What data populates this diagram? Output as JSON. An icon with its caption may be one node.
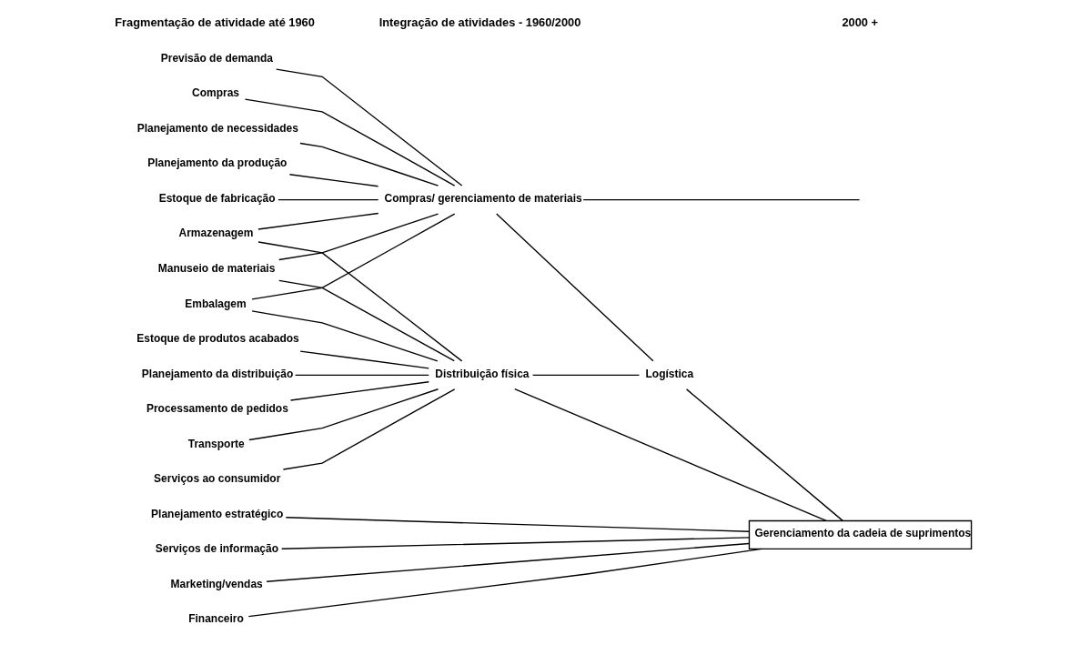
{
  "diagram": {
    "nodes": [
      {
        "text": [
          "Previsão de demanda"
        ]
      },
      {
        "text": [
          "Compras"
        ]
      },
      {
        "text": [
          "Planejamento de necessidades"
        ]
      },
      {
        "text": [
          "Planejamento da produção"
        ]
      },
      {
        "text": [
          "Estoque de fabricação"
        ]
      },
      {
        "text": [
          "Armazenagem"
        ]
      },
      {
        "text": [
          "Manuseio de materiais"
        ]
      },
      {
        "text": [
          "Embalagem"
        ]
      },
      {
        "text": [
          "Estoque de produtos acabados"
        ]
      },
      {
        "text": [
          "Planejamento da distribuição"
        ]
      },
      {
        "text": [
          "Processamento de pedidos"
        ]
      },
      {
        "text": [
          "Transporte"
        ]
      },
      {
        "text": [
          "Serviços ao consumidor"
        ]
      },
      {
        "text": [
          "Planejamento estratégico"
        ]
      },
      {
        "text": [
          "Serviços de informação"
        ]
      },
      {
        "text": [
          "Marketing/vendas"
        ]
      },
      {
        "text": [
          "Financeiro"
        ]
      },
      {
        "text": [
          "Compras/ gerenciamento de materiais"
        ]
      },
      {
        "text": [
          "Logística"
        ]
      },
      {
        "text": [
          "Distribuição física"
        ]
      },
      {
        "text": [
          "Gerenciamento da cadeia de suprimentos"
        ]
      }
    ],
    "edges": [
      {
        "from": 0,
        "to": 17,
        "arrow": "none"
      },
      {
        "from": 1,
        "to": 17,
        "arrow": "none"
      },
      {
        "from": 2,
        "to": 17,
        "arrow": "none"
      },
      {
        "from": 3,
        "to": 17,
        "arrow": "none"
      },
      {
        "from": 4,
        "to": 17,
        "arrow": "none"
      },
      {
        "from": 5,
        "to": 17,
        "arrow": "none"
      },
      {
        "from": 6,
        "to": 17,
        "arrow": "none"
      },
      {
        "from": 7,
        "to": 17,
        "arrow": "none"
      },
      {
        "from": 5,
        "to": 19,
        "arrow": "none"
      },
      {
        "from": 6,
        "to": 19,
        "arrow": "none"
      },
      {
        "from": 7,
        "to": 19,
        "arrow": "none"
      },
      {
        "from": 8,
        "to": 19,
        "arrow": "none"
      },
      {
        "from": 9,
        "to": 19,
        "arrow": "none"
      },
      {
        "from": 10,
        "to": 19,
        "arrow": "none"
      },
      {
        "from": 11,
        "to": 19,
        "arrow": "none"
      },
      {
        "from": 12,
        "to": 19,
        "arrow": "none"
      },
      {
        "from": 17,
        "to": 18,
        "arrow": "none"
      },
      {
        "from": 19,
        "to": 18,
        "arrow": "none"
      },
      {
        "from": 17,
        "to": null,
        "arrow": "none"
      },
      {
        "from": 18,
        "to": 20,
        "arrow": "none"
      },
      {
        "from": 19,
        "to": 20,
        "arrow": "none"
      },
      {
        "from": 13,
        "to": 20,
        "arrow": "none"
      },
      {
        "from": 14,
        "to": 20,
        "arrow": "none"
      },
      {
        "from": 15,
        "to": 20,
        "arrow": "none"
      },
      {
        "from": 16,
        "to": 20,
        "arrow": "none"
      }
    ],
    "labels": [
      "Fragmentação de atividade até 1960",
      "Integração de atividades - 1960/2000",
      "2000 +"
    ]
  }
}
